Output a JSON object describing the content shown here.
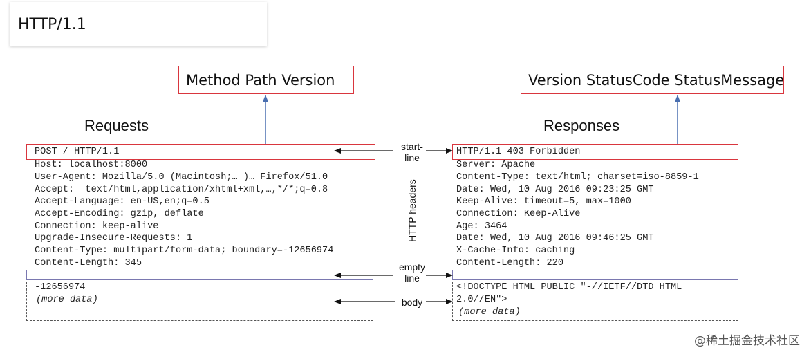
{
  "title": "HTTP/1.1",
  "request_label": "Method Path Version",
  "response_label": "Version StatusCode StatusMessage",
  "requests_heading": "Requests",
  "responses_heading": "Responses",
  "request": {
    "start_line": "POST / HTTP/1.1",
    "headers": [
      "Host: localhost:8000",
      "User-Agent: Mozilla/5.0 (Macintosh;… )… Firefox/51.0",
      "Accept:  text/html,application/xhtml+xml,…,*/*;q=0.8",
      "Accept-Language: en-US,en;q=0.5",
      "Accept-Encoding: gzip, deflate",
      "Connection: keep-alive",
      "Upgrade-Insecure-Requests: 1",
      "Content-Type: multipart/form-data; boundary=-12656974",
      "Content-Length: 345"
    ],
    "body_line": "-12656974",
    "body_more": "(more data)"
  },
  "response": {
    "start_line": "HTTP/1.1 403 Forbidden",
    "headers": [
      "Server: Apache",
      "Content-Type: text/html; charset=iso-8859-1",
      "Date: Wed, 10 Aug 2016 09:23:25 GMT",
      "Keep-Alive: timeout=5, max=1000",
      "Connection: Keep-Alive",
      "Age: 3464",
      "Date: Wed, 10 Aug 2016 09:46:25 GMT",
      "X-Cache-Info: caching",
      "Content-Length: 220"
    ],
    "body_line1": "<!DOCTYPE HTML PUBLIC \"-//IETF//DTD HTML",
    "body_line2": "2.0//EN\">",
    "body_more": "(more data)"
  },
  "middle": {
    "start_line_1": "start-",
    "start_line_2": "line",
    "http_headers": "HTTP headers",
    "empty_line_1": "empty",
    "empty_line_2": "line",
    "body": "body"
  },
  "footer": "@稀土掘金技术社区",
  "colors": {
    "start_box": "#d9363e",
    "empty_box": "#7a78b0",
    "up_arrow": "#4a6fb0"
  }
}
